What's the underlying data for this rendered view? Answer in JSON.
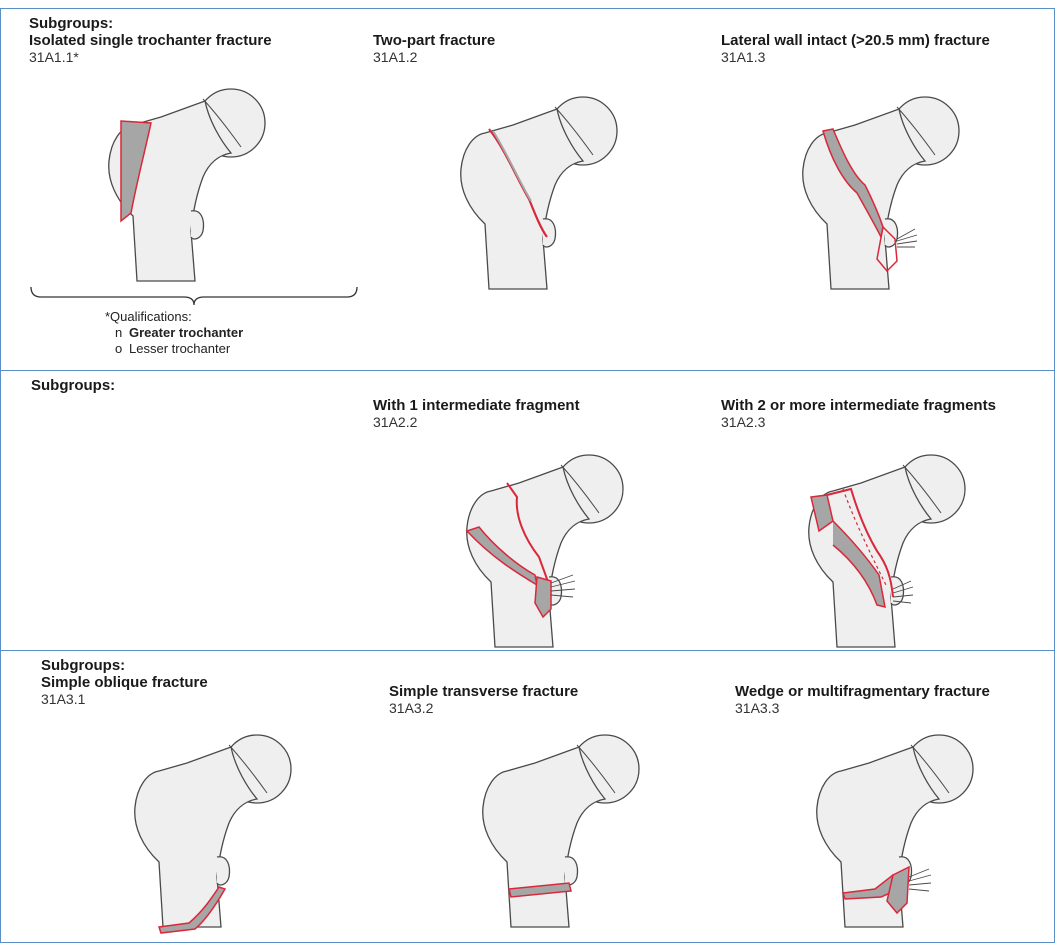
{
  "colors": {
    "border": "#5b8fc7",
    "bone": "#efefef",
    "outline": "#4a4a4a",
    "fracture": "#d9283a",
    "fragment": "#a6a6a6"
  },
  "sections": [
    {
      "subgroups_label": "Subgroups:",
      "items": [
        {
          "name": "Isolated single trochanter fracture",
          "code": "31A1.1*"
        },
        {
          "name": "Two-part fracture",
          "code": "31A1.2"
        },
        {
          "name": "Lateral wall intact (>20.5 mm) fracture",
          "code": "31A1.3"
        }
      ],
      "qualifications": {
        "title": "*Qualifications:",
        "options": [
          {
            "marker": "n",
            "label": "Greater trochanter"
          },
          {
            "marker": "o",
            "label": "Lesser trochanter"
          }
        ]
      }
    },
    {
      "subgroups_label": "Subgroups:",
      "items": [
        {
          "name": "With 1 intermediate fragment",
          "code": "31A2.2"
        },
        {
          "name": "With 2 or more intermediate fragments",
          "code": "31A2.3"
        }
      ]
    },
    {
      "subgroups_label": "Subgroups:",
      "items": [
        {
          "name": "Simple oblique fracture",
          "code": "31A3.1"
        },
        {
          "name": "Simple transverse fracture",
          "code": "31A3.2"
        },
        {
          "name": "Wedge or multifragmentary fracture",
          "code": "31A3.3"
        }
      ]
    }
  ]
}
